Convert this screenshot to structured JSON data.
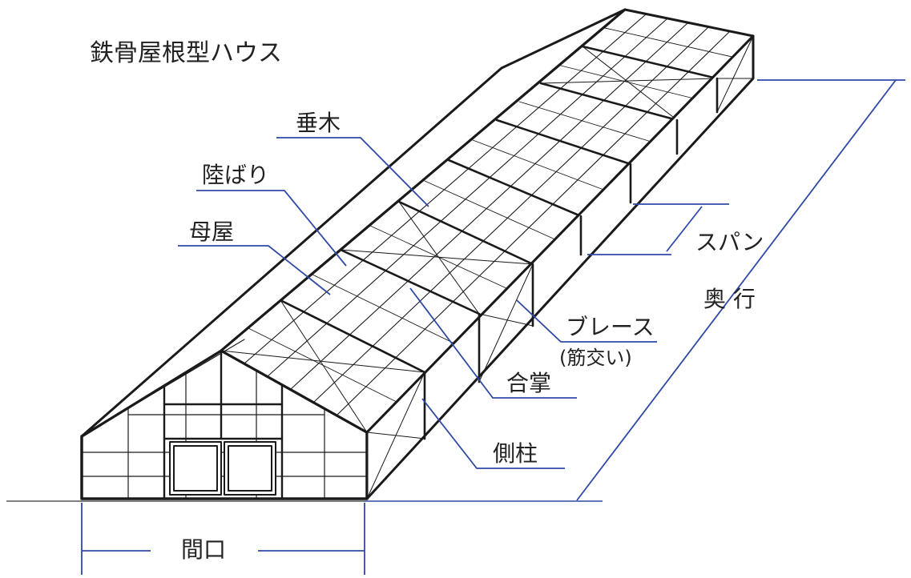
{
  "title": "鉄骨屋根型ハウス",
  "labels": {
    "taruki": "垂木",
    "rikubari": "陸ばり",
    "moya": "母屋",
    "span": "スパン",
    "okuyuki": "奥 行",
    "brace": "ブレース",
    "brace_sub": "(筋交い)",
    "gassho": "合掌",
    "sokuchu": "側柱",
    "maguchi": "間口"
  },
  "colors": {
    "structure": "#1a1a1a",
    "leader": "#2f49a6",
    "text": "#222222"
  }
}
